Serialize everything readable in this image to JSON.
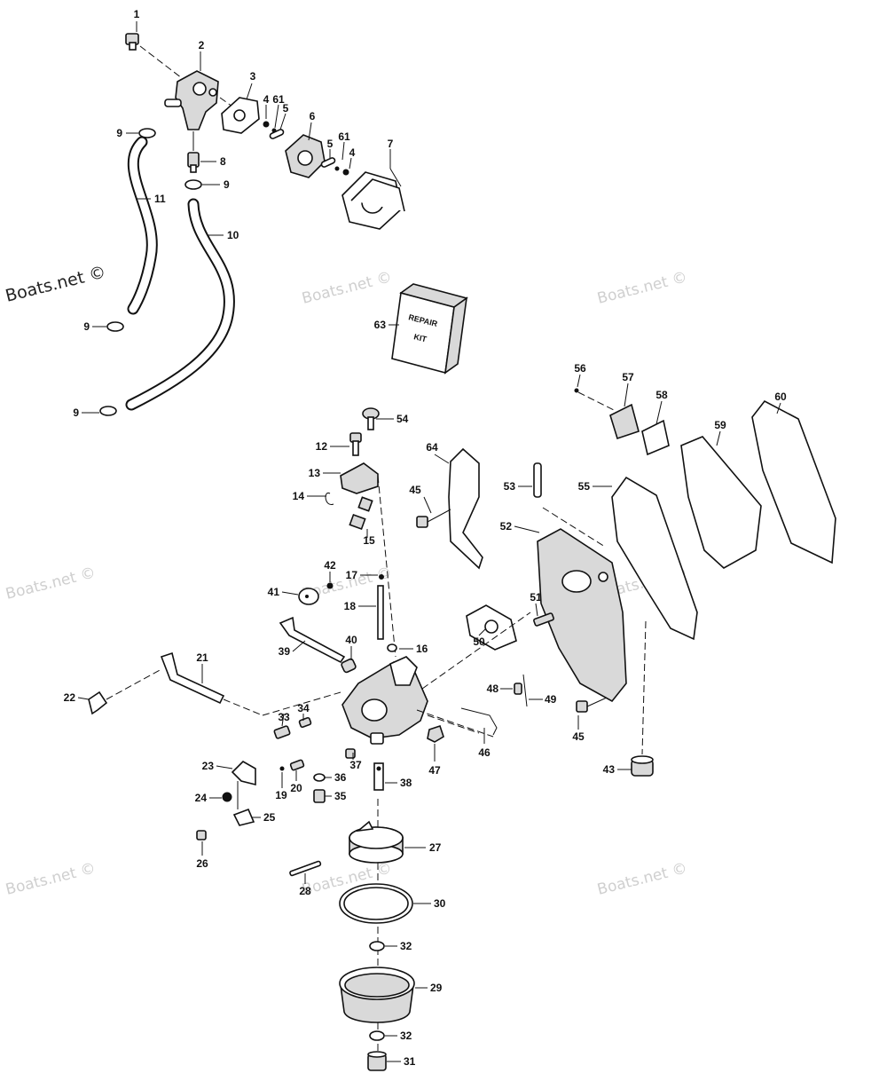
{
  "watermark": {
    "main": "Boats.net ©",
    "repeat": "Boats.net ©"
  },
  "kit": {
    "line1": "REPAIR",
    "line2": "KIT"
  },
  "callouts": [
    "1",
    "2",
    "3",
    "4",
    "61",
    "5",
    "6",
    "5",
    "61",
    "4",
    "7",
    "8",
    "9",
    "9",
    "11",
    "10",
    "9",
    "9",
    "63",
    "56",
    "57",
    "58",
    "59",
    "60",
    "54",
    "12",
    "13",
    "14",
    "15",
    "64",
    "45",
    "53",
    "55",
    "52",
    "42",
    "41",
    "17",
    "18",
    "40",
    "39",
    "16",
    "50",
    "51",
    "21",
    "22",
    "33",
    "34",
    "48",
    "49",
    "45",
    "46",
    "47",
    "43",
    "23",
    "37",
    "19",
    "20",
    "36",
    "38",
    "35",
    "24",
    "25",
    "26",
    "27",
    "28",
    "30",
    "32",
    "29",
    "32",
    "31"
  ]
}
